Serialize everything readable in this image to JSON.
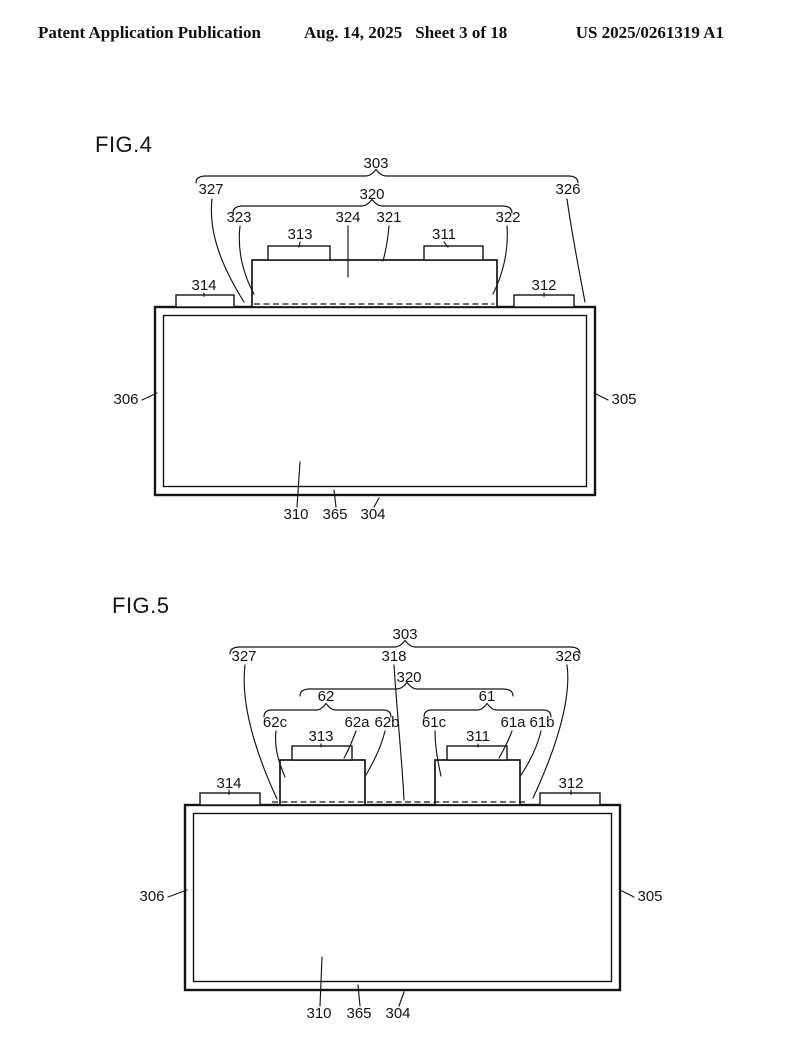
{
  "page": {
    "background": "#ffffff",
    "ink": "#141414"
  },
  "header": {
    "left": "Patent Application Publication",
    "date": "Aug. 14, 2025",
    "sheet": "Sheet 3 of 18",
    "right": "US 2025/0261319 A1"
  },
  "fig4": {
    "title": "FIG.4",
    "labels": {
      "303": "303",
      "327": "327",
      "326": "326",
      "320": "320",
      "323": "323",
      "324": "324",
      "321": "321",
      "322": "322",
      "313": "313",
      "311": "311",
      "314": "314",
      "312": "312",
      "306": "306",
      "305": "305",
      "310": "310",
      "365": "365",
      "304": "304"
    }
  },
  "fig5": {
    "title": "FIG.5",
    "labels": {
      "303": "303",
      "327": "327",
      "318": "318",
      "326": "326",
      "320": "320",
      "62": "62",
      "61": "61",
      "62c": "62c",
      "62a": "62a",
      "62b": "62b",
      "61c": "61c",
      "61a": "61a",
      "61b": "61b",
      "313": "313",
      "311": "311",
      "314": "314",
      "312": "312",
      "306": "306",
      "305": "305",
      "310": "310",
      "365": "365",
      "304": "304"
    }
  }
}
